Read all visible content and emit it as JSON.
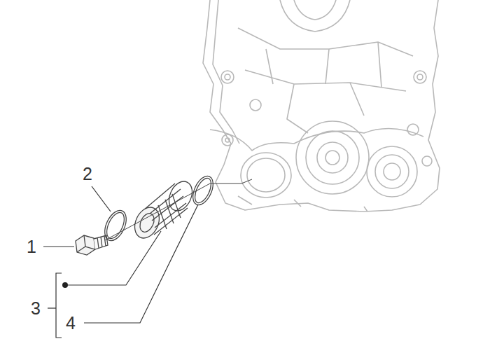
{
  "diagram": {
    "labels": [
      "2",
      "1",
      "3",
      "4"
    ]
  }
}
